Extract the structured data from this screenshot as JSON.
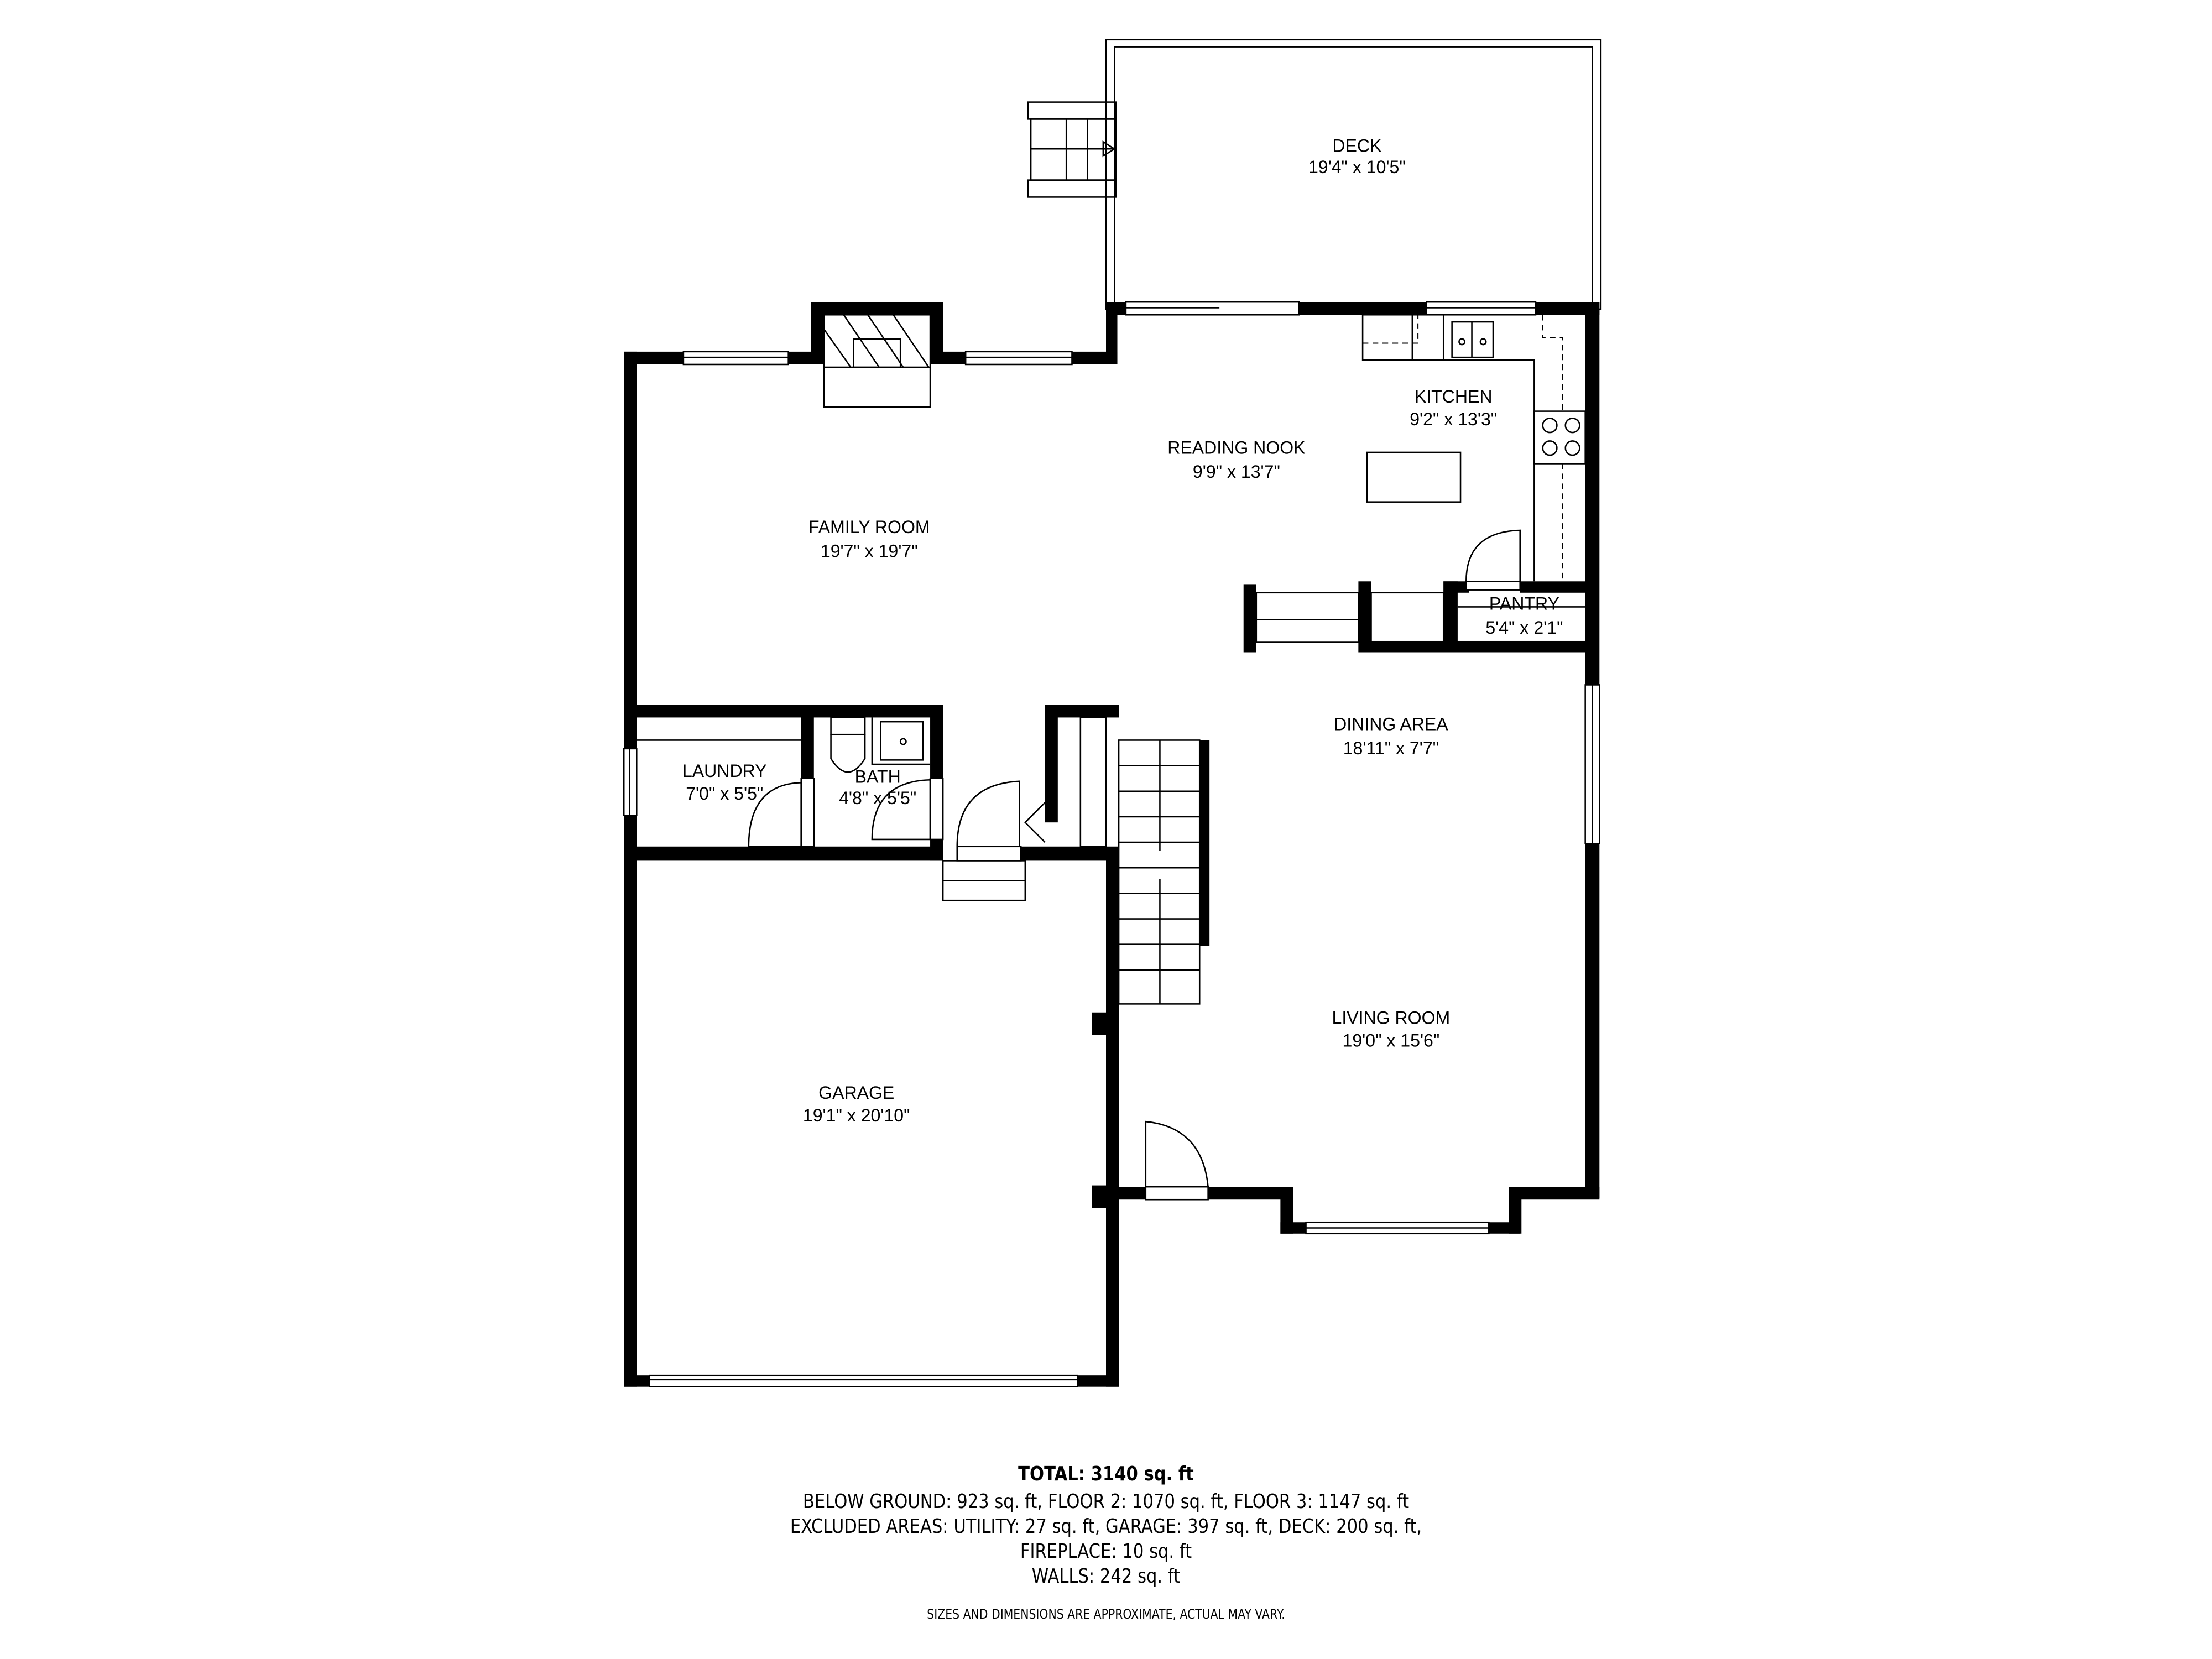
{
  "floorplan": {
    "rooms": [
      {
        "id": "deck",
        "name": "DECK",
        "dims": "19'4\" x 10'5\""
      },
      {
        "id": "kitchen",
        "name": "KITCHEN",
        "dims": "9'2\" x 13'3\""
      },
      {
        "id": "reading_nook",
        "name": "READING NOOK",
        "dims": "9'9\" x 13'7\""
      },
      {
        "id": "family_room",
        "name": "FAMILY ROOM",
        "dims": "19'7\" x 19'7\""
      },
      {
        "id": "pantry",
        "name": "PANTRY",
        "dims": "5'4\" x 2'1\""
      },
      {
        "id": "dining_area",
        "name": "DINING AREA",
        "dims": "18'11\" x 7'7\""
      },
      {
        "id": "laundry",
        "name": "LAUNDRY",
        "dims": "7'0\" x 5'5\""
      },
      {
        "id": "bath",
        "name": "BATH",
        "dims": "4'8\" x 5'5\""
      },
      {
        "id": "living_room",
        "name": "LIVING ROOM",
        "dims": "19'0\" x 15'6\""
      },
      {
        "id": "garage",
        "name": "GARAGE",
        "dims": "19'1\" x 20'10\""
      }
    ],
    "fixtures": [
      "fireplace-icon",
      "stairs-icon",
      "sink-icon",
      "stove-icon",
      "toilet-icon",
      "door-swing-icon",
      "window-icon"
    ],
    "wall_color": "#000000",
    "background_color": "#ffffff"
  },
  "summary": {
    "total": "TOTAL: 3140 sq. ft",
    "line1": "BELOW GROUND: 923 sq. ft, FLOOR 2: 1070 sq. ft, FLOOR 3: 1147 sq. ft",
    "line2": "EXCLUDED AREAS: UTILITY: 27 sq. ft, GARAGE: 397 sq. ft, DECK: 200 sq. ft,",
    "line3": "FIREPLACE: 10 sq. ft",
    "line4": "WALLS: 242 sq. ft",
    "disclaimer": "SIZES AND DIMENSIONS ARE APPROXIMATE, ACTUAL MAY VARY."
  }
}
